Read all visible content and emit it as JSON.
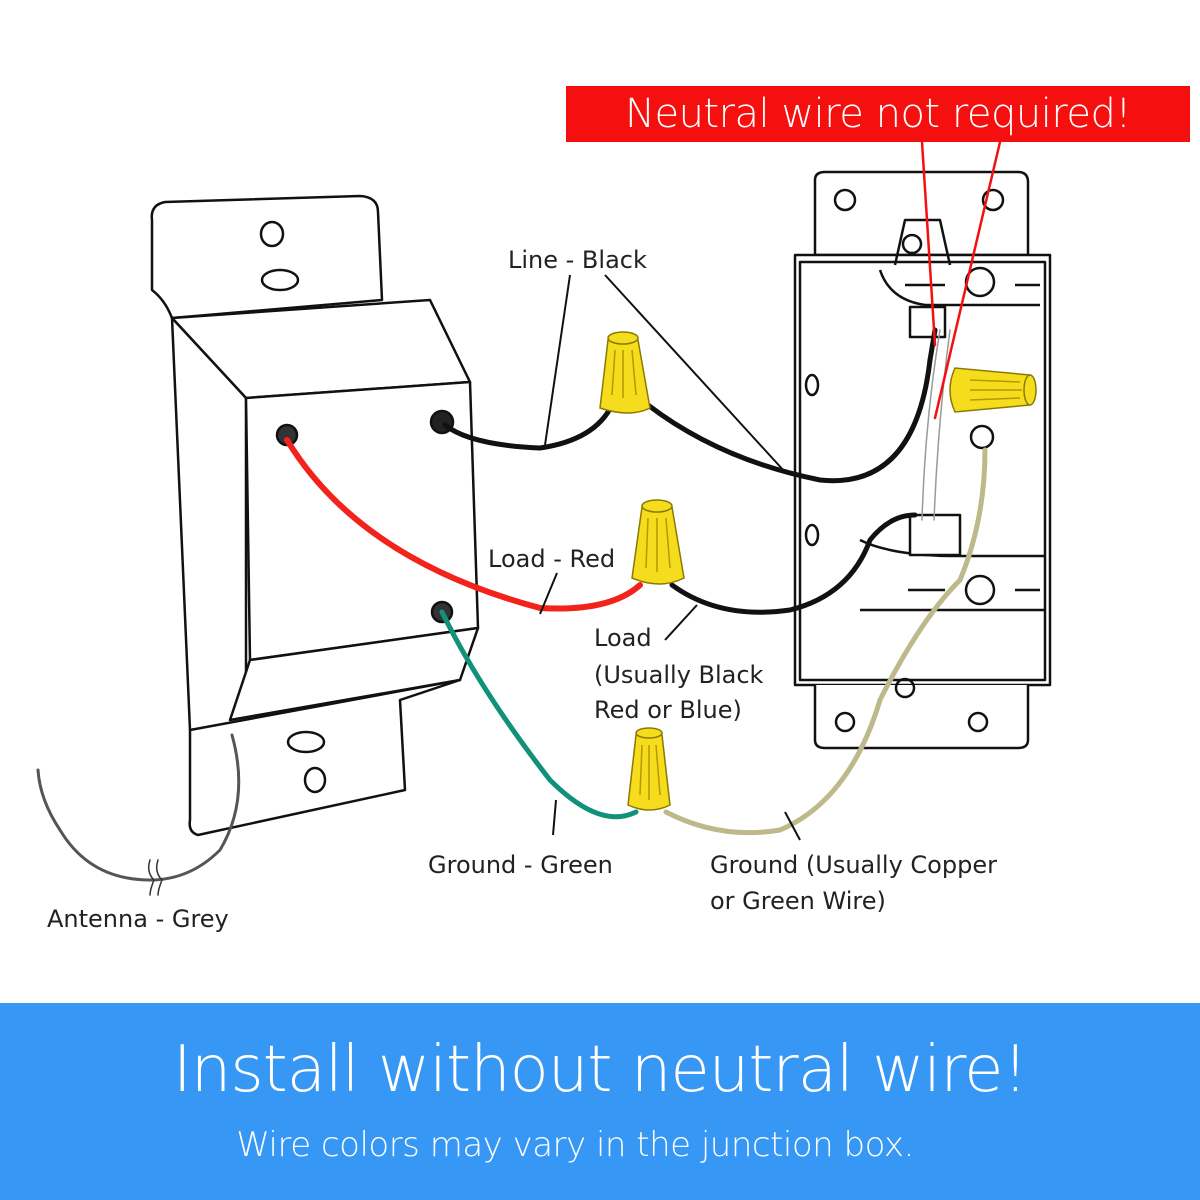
{
  "callout": {
    "text": "Neutral wire not required!",
    "color": "#f50f0f"
  },
  "labels": {
    "line_black": "Line - Black",
    "load_red": "Load - Red",
    "load_line1": "Load",
    "load_line2": "(Usually Black",
    "load_line3": "Red or Blue)",
    "ground_green": "Ground - Green",
    "ground_copper_line1": "Ground (Usually Copper",
    "ground_copper_line2": "or Green Wire)",
    "antenna_grey": "Antenna - Grey"
  },
  "wire_colors": {
    "black": "#111111",
    "red": "#f2231b",
    "green": "#11917a",
    "copper_ground": "#bdb98a",
    "antenna": "#555555",
    "connector": "#f5dc1c"
  },
  "footer": {
    "title": "Install without neutral wire!",
    "subtitle": "Wire colors may vary in the junction box.",
    "background": "#3797f5"
  }
}
